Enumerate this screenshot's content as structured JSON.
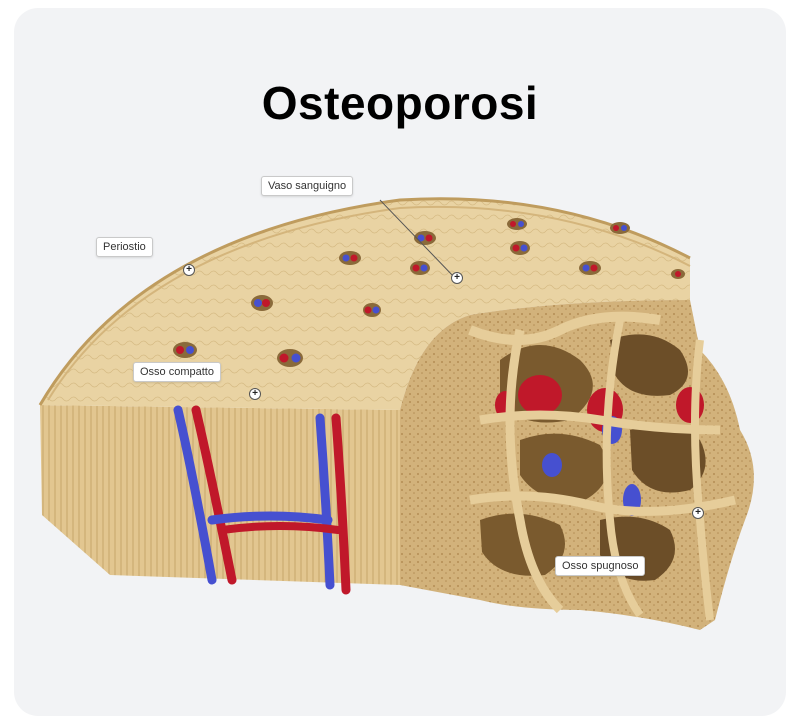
{
  "title": "Osteoporosi",
  "labels": {
    "periostio": "Periostio",
    "vaso_sanguigno": "Vaso sanguigno",
    "osso_compatto": "Osso compatto",
    "osso_spugnoso": "Osso spugnoso"
  },
  "marker_glyph": "+",
  "colors": {
    "bone": "#e6cd9a",
    "bone_dark": "#c9a96c",
    "vessel_red": "#c0182a",
    "vessel_blue": "#4650d0",
    "background": "#f2f3f5"
  }
}
